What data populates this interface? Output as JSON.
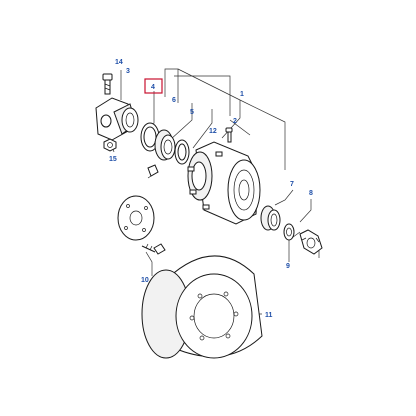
{
  "diagram": {
    "accent_color": "#1f4fa8",
    "highlight_color": "#c8102e",
    "highlighted_callout": "4",
    "callouts": [
      {
        "id": "c1",
        "label": "1"
      },
      {
        "id": "c2",
        "label": "2"
      },
      {
        "id": "c3",
        "label": "3"
      },
      {
        "id": "c4",
        "label": "4"
      },
      {
        "id": "c5",
        "label": "5"
      },
      {
        "id": "c6",
        "label": "6"
      },
      {
        "id": "c7",
        "label": "7"
      },
      {
        "id": "c8",
        "label": "8"
      },
      {
        "id": "c9",
        "label": "9"
      },
      {
        "id": "c10",
        "label": "10"
      },
      {
        "id": "c11",
        "label": "11"
      },
      {
        "id": "c12",
        "label": "12"
      },
      {
        "id": "c14",
        "label": "14"
      },
      {
        "id": "c15",
        "label": "15"
      }
    ]
  }
}
